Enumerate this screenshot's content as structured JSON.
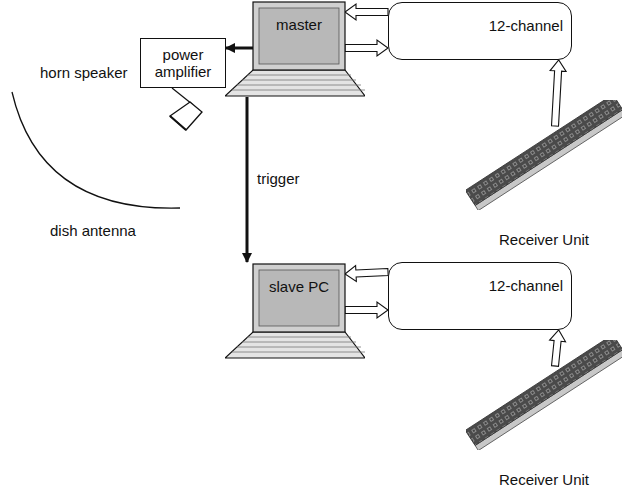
{
  "diagram": {
    "nodes": [
      {
        "text": [
          "power amplifier"
        ]
      },
      {
        "text": [
          "master"
        ]
      },
      {
        "text": [
          "12-channel"
        ]
      },
      {
        "text": [
          "Receiver Unit"
        ]
      },
      {
        "text": [
          "slave PC"
        ]
      },
      {
        "text": [
          "12-channel"
        ]
      },
      {
        "text": [
          "Receiver Unit"
        ]
      }
    ],
    "edges": [
      {
        "from": 1,
        "to": 0,
        "arrow": "to"
      },
      {
        "from": 2,
        "to": 1,
        "arrow": "to"
      },
      {
        "from": 1,
        "to": 2,
        "arrow": "to"
      },
      {
        "from": 3,
        "to": 2,
        "arrow": "to"
      },
      {
        "from": 1,
        "to": 4,
        "label": "trigger",
        "arrow": "to"
      },
      {
        "from": 5,
        "to": 4,
        "arrow": "to"
      },
      {
        "from": 4,
        "to": 5,
        "arrow": "to"
      },
      {
        "from": 6,
        "to": 5,
        "arrow": "to"
      }
    ],
    "labels": [
      "horn speaker",
      "dish antenna"
    ]
  }
}
